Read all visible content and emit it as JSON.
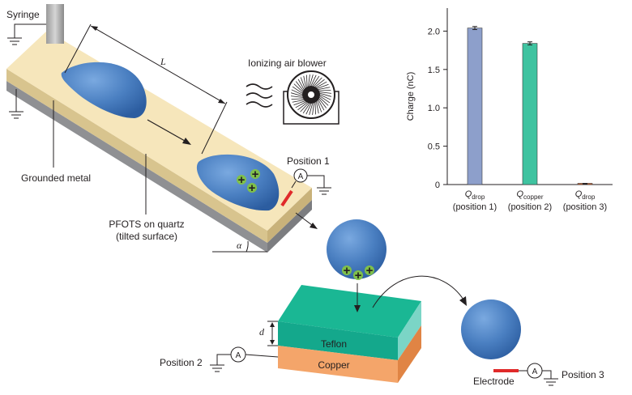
{
  "labels": {
    "syringe": "Syringe",
    "length": "L",
    "blower": "Ionizing air blower",
    "position1": "Position 1",
    "ammeter": "A",
    "grounded_metal": "Grounded metal",
    "pfots_line1": "PFOTS on quartz",
    "pfots_line2": "(tilted surface)",
    "alpha": "α",
    "thickness": "d",
    "teflon": "Teflon",
    "copper": "Copper",
    "position2": "Position 2",
    "electrode": "Electrode",
    "position3": "Position 3",
    "plus": "+"
  },
  "colors": {
    "droplet": "#4a7fc1",
    "teflon": "#14a88c",
    "copper": "#f4a56a",
    "surface": "#f6e6bb",
    "electrode": "#e02a2a"
  },
  "chart_data": {
    "type": "bar",
    "ylabel": "Charge (nC)",
    "ylim": [
      0,
      2.3
    ],
    "yticks": [
      "0",
      "0.5",
      "1.0",
      "1.5",
      "2.0"
    ],
    "categories": [
      {
        "main": "Q",
        "sub": "drop",
        "pos": "(position 1)"
      },
      {
        "main": "Q",
        "sub": "copper",
        "pos": "(position 2)"
      },
      {
        "main": "Q",
        "sub": "drop",
        "pos": "(position 3)"
      }
    ],
    "values": [
      2.04,
      1.84,
      0.01
    ],
    "errors": [
      0.02,
      0.02,
      0.005
    ],
    "bar_colors": [
      "#8d9fcb",
      "#3fc3a0",
      "#d9622b"
    ]
  }
}
